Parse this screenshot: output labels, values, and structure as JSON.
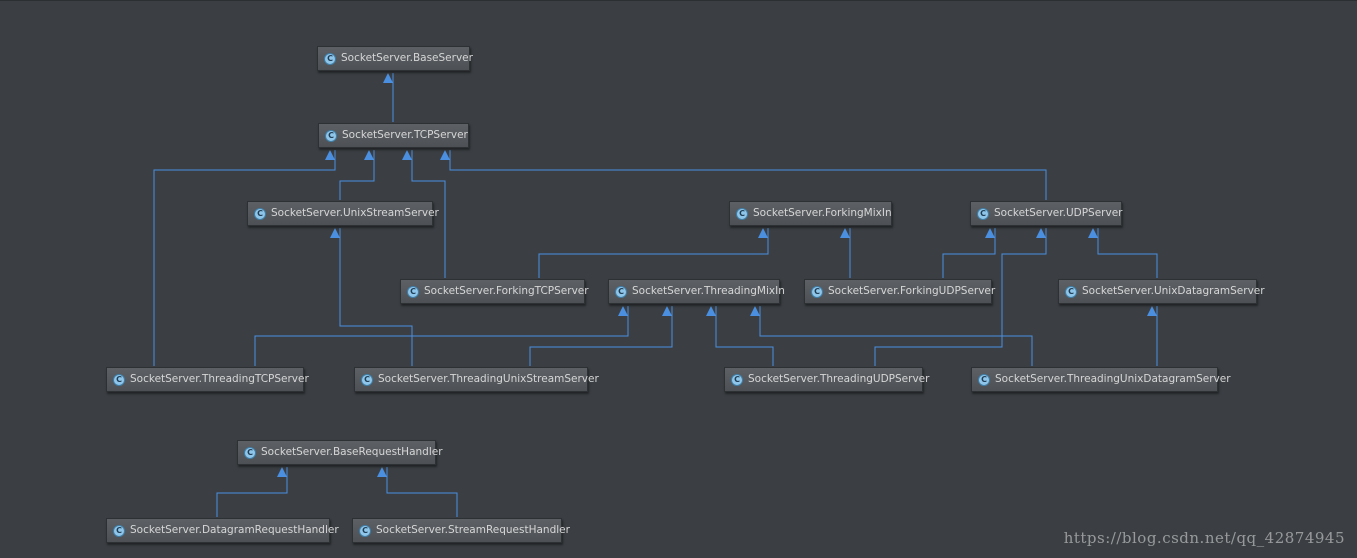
{
  "nodes": {
    "baseserver": "SocketServer.BaseServer",
    "tcpserver": "SocketServer.TCPServer",
    "unixstreamserver": "SocketServer.UnixStreamServer",
    "forkingmixin": "SocketServer.ForkingMixIn",
    "udpserver": "SocketServer.UDPServer",
    "forkingtcpserver": "SocketServer.ForkingTCPServer",
    "threadingmixin": "SocketServer.ThreadingMixIn",
    "forkingudpserver": "SocketServer.ForkingUDPServer",
    "unixdatagramserver": "SocketServer.UnixDatagramServer",
    "threadingtcpserver": "SocketServer.ThreadingTCPServer",
    "threadingunixstreamserver": "SocketServer.ThreadingUnixStreamServer",
    "threadingudpserver": "SocketServer.ThreadingUDPServer",
    "threadingunixdatagramserver": "SocketServer.ThreadingUnixDatagramServer",
    "baserequesthandler": "SocketServer.BaseRequestHandler",
    "datagramrequesthandler": "SocketServer.DatagramRequestHandler",
    "streamrequesthandler": "SocketServer.StreamRequestHandler"
  },
  "class_icon": {
    "name": "class-icon",
    "glyph": "C"
  },
  "edges": [
    [
      "tcpserver",
      "baseserver"
    ],
    [
      "threadingtcpserver",
      "tcpserver"
    ],
    [
      "unixstreamserver",
      "tcpserver"
    ],
    [
      "forkingtcpserver",
      "tcpserver"
    ],
    [
      "udpserver",
      "tcpserver"
    ],
    [
      "forkingtcpserver",
      "forkingmixin"
    ],
    [
      "forkingudpserver",
      "forkingmixin"
    ],
    [
      "forkingudpserver",
      "udpserver"
    ],
    [
      "threadingudpserver",
      "udpserver"
    ],
    [
      "unixdatagramserver",
      "udpserver"
    ],
    [
      "threadingunixstreamserver",
      "unixstreamserver"
    ],
    [
      "threadingtcpserver",
      "threadingmixin"
    ],
    [
      "threadingunixstreamserver",
      "threadingmixin"
    ],
    [
      "threadingudpserver",
      "threadingmixin"
    ],
    [
      "threadingunixdatagramserver",
      "threadingmixin"
    ],
    [
      "threadingunixdatagramserver",
      "unixdatagramserver"
    ],
    [
      "datagramrequesthandler",
      "baserequesthandler"
    ],
    [
      "streamrequesthandler",
      "baserequesthandler"
    ]
  ],
  "colors": {
    "background": "#3b3f43",
    "edge": "#4a8fe0",
    "node": "#54585c",
    "text": "#d6d6d6"
  },
  "watermark": "https://blog.csdn.net/qq_42874945"
}
